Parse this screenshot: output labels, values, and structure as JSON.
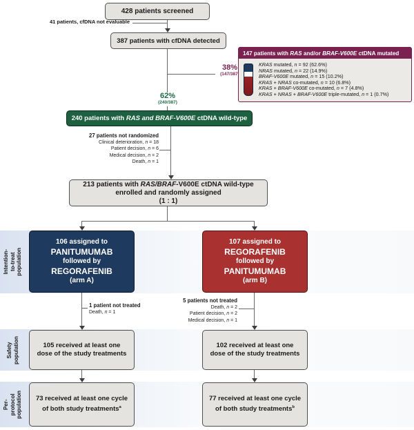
{
  "colors": {
    "maroon": "#7b2150",
    "green_box": "#1e6140",
    "green_text": "#1c6b45",
    "navy": "#1f3a5f",
    "red": "#a93130",
    "band_blue": "#d9e2f0",
    "gray_box": "#e4e3e0"
  },
  "top": {
    "screened": "428 patients screened",
    "not_evaluable": "41 patients, cfDNA not evaluable",
    "detected": "387 patients with cfDNA detected",
    "mutated_pct": "38%",
    "mutated_frac": "(147/387)",
    "wildtype_pct": "62%",
    "wildtype_frac": "(240/387)"
  },
  "mutation_box": {
    "icon": "blood-sample-tube-icon",
    "header": [
      {
        "t": "147 patients with "
      },
      {
        "t": "RAS",
        "i": true
      },
      {
        "t": " and/or "
      },
      {
        "t": "BRAF-V600E",
        "i": true
      },
      {
        "t": " ctDNA mutated"
      }
    ],
    "items": [
      [
        {
          "t": "KRAS",
          "i": true
        },
        {
          "t": " mutated, "
        },
        {
          "t": "n",
          "i": true
        },
        {
          "t": " = 92 (62.6%)"
        }
      ],
      [
        {
          "t": "NRAS",
          "i": true
        },
        {
          "t": " mutated, "
        },
        {
          "t": "n",
          "i": true
        },
        {
          "t": " = 22 (14.9%)"
        }
      ],
      [
        {
          "t": "BRAF-V600E",
          "i": true
        },
        {
          "t": " mutated, "
        },
        {
          "t": "n",
          "i": true
        },
        {
          "t": " = 15 (10.2%)"
        }
      ],
      [
        {
          "t": "KRAS",
          "i": true
        },
        {
          "t": " + "
        },
        {
          "t": "NRAS",
          "i": true
        },
        {
          "t": " co-mutated, "
        },
        {
          "t": "n",
          "i": true
        },
        {
          "t": " = 10 (6.8%)"
        }
      ],
      [
        {
          "t": "KRAS",
          "i": true
        },
        {
          "t": " + "
        },
        {
          "t": "BRAF-V600E",
          "i": true
        },
        {
          "t": " co-mutated, "
        },
        {
          "t": "n",
          "i": true
        },
        {
          "t": " = 7 (4.8%)"
        }
      ],
      [
        {
          "t": "KRAS",
          "i": true
        },
        {
          "t": " + "
        },
        {
          "t": "NRAS",
          "i": true
        },
        {
          "t": " + "
        },
        {
          "t": "BRAF-V600E",
          "i": true
        },
        {
          "t": " triple-mutated, "
        },
        {
          "t": "n",
          "i": true
        },
        {
          "t": " = 1 (0.7%)"
        }
      ]
    ]
  },
  "wildtype_box": {
    "segments": [
      {
        "t": "240 patients with "
      },
      {
        "t": "RAS and BRAF-V600E",
        "i": true
      },
      {
        "t": " ctDNA wild-type"
      }
    ]
  },
  "not_randomized": {
    "header": "27 patients not randomized",
    "items": [
      [
        {
          "t": "Clinical deterioration, "
        },
        {
          "t": "n",
          "i": true
        },
        {
          "t": " = 18"
        }
      ],
      [
        {
          "t": "Patient decision, "
        },
        {
          "t": "n",
          "i": true
        },
        {
          "t": " = 6"
        }
      ],
      [
        {
          "t": "Medical decision, "
        },
        {
          "t": "n",
          "i": true
        },
        {
          "t": " = 2"
        }
      ],
      [
        {
          "t": "Death, "
        },
        {
          "t": "n",
          "i": true
        },
        {
          "t": " = 1"
        }
      ]
    ]
  },
  "enrolled_box": {
    "line1": [
      {
        "t": "213 patients with "
      },
      {
        "t": "RAS/BRAF",
        "i": true
      },
      {
        "t": "-V600E ctDNA wild-type"
      }
    ],
    "line2": "enrolled and randomly assigned",
    "line3": "(1 : 1)"
  },
  "arm_a": {
    "lines": [
      "106 assigned to",
      "PANITUMUMAB",
      "followed by",
      "REGORAFENIB",
      "(arm A)"
    ]
  },
  "arm_b": {
    "lines": [
      "107 assigned to",
      "REGORAFENIB",
      "followed by",
      "PANITUMUMAB",
      "(arm B)"
    ]
  },
  "not_treated_a": {
    "header": "1 patient not treated",
    "items": [
      [
        {
          "t": "Death, "
        },
        {
          "t": "n",
          "i": true
        },
        {
          "t": " = 1"
        }
      ]
    ]
  },
  "not_treated_b": {
    "header": "5 patients not treated",
    "items": [
      [
        {
          "t": "Death, "
        },
        {
          "t": "n",
          "i": true
        },
        {
          "t": " = 2"
        }
      ],
      [
        {
          "t": "Patient decision, "
        },
        {
          "t": "n",
          "i": true
        },
        {
          "t": " = 2"
        }
      ],
      [
        {
          "t": "Medical decision, "
        },
        {
          "t": "n",
          "i": true
        },
        {
          "t": " = 1"
        }
      ]
    ]
  },
  "safety_a": {
    "line1": "105 received at least one",
    "line2": "dose of the study treatments"
  },
  "safety_b": {
    "line1": "102 received at least one",
    "line2": "dose of the study treatments"
  },
  "pp_a": {
    "line1": "73 received at least one cycle",
    "line2": [
      {
        "t": "of both study treatments"
      },
      {
        "t": "a",
        "sup": true
      }
    ]
  },
  "pp_b": {
    "line1": "77 received at least one cycle",
    "line2": [
      {
        "t": "of both study treatments"
      },
      {
        "t": "b",
        "sup": true
      }
    ]
  },
  "populations": {
    "itt": {
      "line1": "Intention-to-treat",
      "line2": "population"
    },
    "safety": {
      "line1": "Safety",
      "line2": "population"
    },
    "pp": {
      "line1": "Per-protocol",
      "line2": "population"
    }
  }
}
